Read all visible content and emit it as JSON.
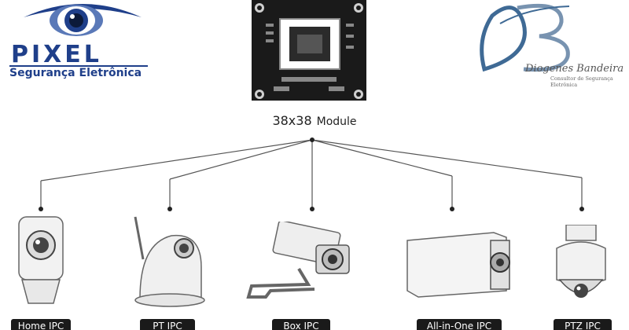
{
  "logos": {
    "left": {
      "name": "PIXEL",
      "tagline": "Segurança Eletrônica",
      "brand_color": "#1f3f8a"
    },
    "right": {
      "monogram": "DB",
      "name": "Diogenes Bandeira",
      "subtitle": "Consultor de Segurança Eletrônica"
    }
  },
  "module": {
    "size": "38x38",
    "label": "Module",
    "icon": "pcb-board-icon"
  },
  "cameras": [
    {
      "label": "Home IPC",
      "icon": "home-camera-icon"
    },
    {
      "label": "PT IPC",
      "icon": "pan-tilt-camera-icon"
    },
    {
      "label": "Box IPC",
      "icon": "box-camera-icon"
    },
    {
      "label": "All-in-One IPC",
      "icon": "all-in-one-camera-icon"
    },
    {
      "label": "PTZ IPC",
      "icon": "ptz-dome-camera-icon"
    }
  ]
}
